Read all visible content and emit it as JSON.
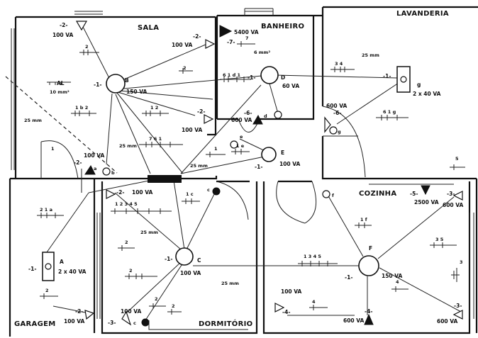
{
  "rooms": {
    "sala": "SALA",
    "banheiro": "BANHEIRO",
    "lavanderia": "LAVANDERIA",
    "cozinha": "COZINHA",
    "garagem": "GARAGEM",
    "dormitorio": "DORMITÓRIO"
  },
  "points": {
    "b": {
      "letter": "B",
      "circuit": "-1-",
      "power": "150 VA"
    },
    "d": {
      "letter": "D",
      "circuit": "-1-",
      "power": "60 VA"
    },
    "e": {
      "letter": "E",
      "circuit": "-1-",
      "power": "100 VA"
    },
    "g": {
      "letter": "g",
      "circuit": "-1-",
      "power": "2 x 40 VA"
    },
    "a": {
      "letter": "A",
      "circuit": "-1-",
      "power": "2 x 40 VA"
    },
    "c": {
      "letter": "C",
      "circuit": "-1-",
      "power": "100 VA"
    },
    "f": {
      "letter": "F",
      "circuit": "-1-",
      "power": "150 VA"
    }
  },
  "switch_letters": {
    "b": "b",
    "a": "a",
    "d": "d",
    "e": "e",
    "g": "g",
    "c": "c",
    "f": "f",
    "c2": "c"
  },
  "outlets": {
    "sala_top": {
      "circuit": "-2-",
      "power": "100 VA"
    },
    "sala_top2": {
      "circuit": "-2-",
      "power": "100 VA"
    },
    "sala_right": {
      "circuit": "-2-",
      "power": "100 VA"
    },
    "sala_bottom": {
      "circuit": "-2-",
      "power": "100 VA"
    },
    "ban_shower": {
      "circuit": "-7-",
      "power": "5400 VA"
    },
    "ban_sink": {
      "circuit": "-6-",
      "power": "600 VA"
    },
    "lav": {
      "circuit": "-6-",
      "power": "600 VA"
    },
    "dorm_top": {
      "circuit": "-2-",
      "power": "100 VA"
    },
    "dorm_bottom": {
      "circuit": "-3-",
      "power": "100 VA"
    },
    "gar": {
      "circuit": "-2-",
      "power": "100 VA"
    },
    "coz_top": {
      "circuit": "-5-",
      "power": "2500 VA"
    },
    "coz_right_top": {
      "circuit": "-3-",
      "power": "600 VA"
    },
    "coz_bottom_left": {
      "circuit": "-4-",
      "power": "100 VA"
    },
    "coz_bottom_mid": {
      "circuit": "-4-",
      "power": "600 VA"
    },
    "coz_right_bottom": {
      "circuit": "-3-",
      "power": "600 VA"
    }
  },
  "panel": {
    "label": "AL",
    "wire": "10 mm²"
  },
  "wire_sizes": {
    "w25_1": "25 mm",
    "w25_2": "25 mm",
    "w25_3": "25 mm",
    "w25_4": "25 mm",
    "w25_5": "25 mm",
    "w25_6": "25 mm",
    "w6": "6 mm²"
  },
  "conductors": {
    "c1": "2",
    "c2": "2",
    "c3": "1  b    2",
    "c4": "1    2",
    "c5": "7    6    1",
    "c6": "6    1  d  1",
    "c7": "7",
    "c8": "1",
    "c9": "1  e",
    "c10": "3    4",
    "c11": "6    1  g",
    "c12": "5",
    "c13": "2    1  a",
    "c14": "1    c",
    "c15": "1    2    3    4    5",
    "c16": "2",
    "c17": "2",
    "c18": "2",
    "c19": "1    3    4    5",
    "c20": "1  f",
    "c21": "3    5",
    "c22": "4",
    "c23": "3",
    "c24": "4",
    "c25": "2",
    "c26": "1",
    "c27": "2"
  }
}
